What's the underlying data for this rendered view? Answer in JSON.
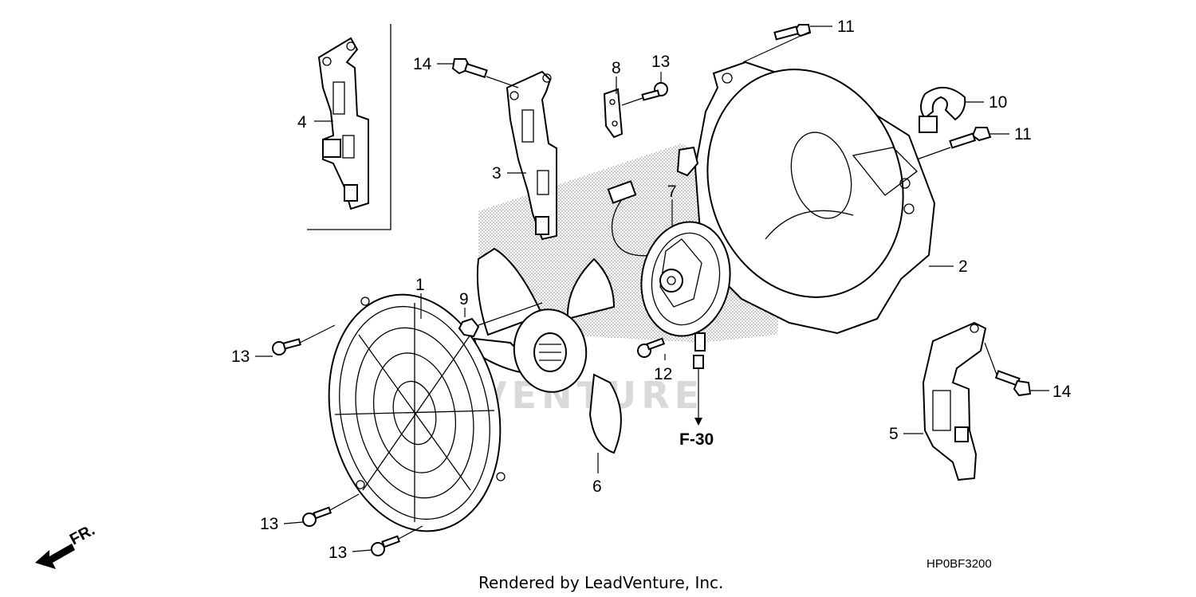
{
  "callouts": {
    "c1": "1",
    "c2": "2",
    "c3": "3",
    "c4": "4",
    "c5": "5",
    "c6": "6",
    "c7": "7",
    "c8": "8",
    "c9": "9",
    "c10": "10",
    "c11a": "11",
    "c11b": "11",
    "c12": "12",
    "c13a": "13",
    "c13b": "13",
    "c13c": "13",
    "c13d": "13",
    "c14a": "14",
    "c14b": "14"
  },
  "reference": "F-30",
  "direction_label": "FR.",
  "diagram_code": "HP0BF3200",
  "footer": "Rendered by LeadVenture, Inc.",
  "watermark": "VENTURE",
  "icons": [
    "front-direction-arrow-icon"
  ]
}
